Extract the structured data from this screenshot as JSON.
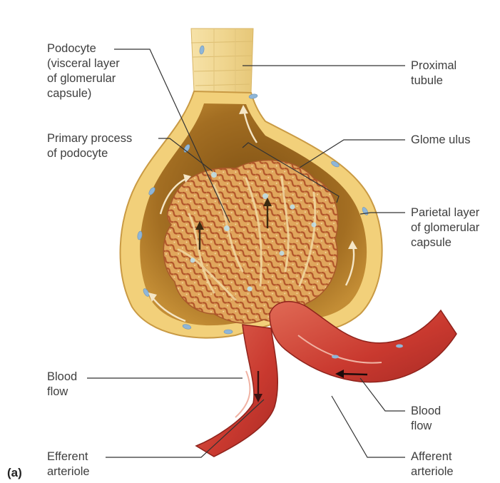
{
  "panel_label": "(a)",
  "labels": {
    "podocyte": [
      "Podocyte",
      "(visceral layer",
      "of glomerular",
      "capsule)"
    ],
    "primary_process": [
      "Primary process",
      "of podocyte"
    ],
    "blood_flow_left": [
      "Blood",
      "flow"
    ],
    "efferent_arteriole": [
      "Efferent",
      "arteriole"
    ],
    "proximal_tubule": [
      "Proximal",
      "tubule"
    ],
    "glomerulus": [
      "Glome ulus"
    ],
    "parietal_layer": [
      "Parietal layer",
      "of glomerular",
      "capsule"
    ],
    "blood_flow_right": [
      "Blood",
      "flow"
    ],
    "afferent_arteriole": [
      "Afferent",
      "arteriole"
    ]
  },
  "colors": {
    "capsule_outer": "#f3d27a",
    "capsule_inner": "#a8741f",
    "glomerulus": "#d89a4e",
    "capillary_detail": "#b4582a",
    "arteriole": "#d2473a",
    "arteriole_dark": "#9e2a22",
    "nuclei": "#8fb6d8",
    "leader": "#333333"
  }
}
